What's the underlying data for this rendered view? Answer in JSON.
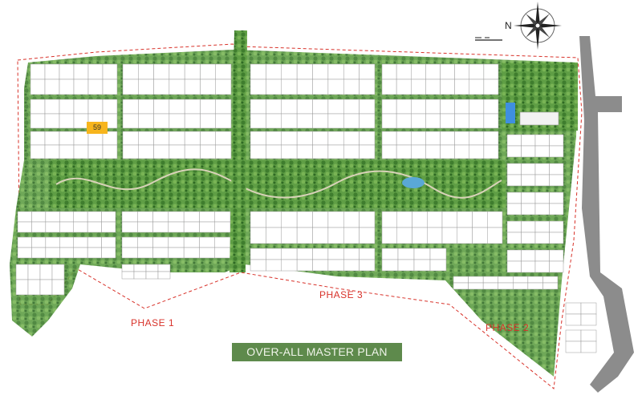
{
  "map": {
    "title": "OVER-ALL MASTER PLAN",
    "north_label": "N",
    "highlighted_plot": "59",
    "phases": [
      "PHASE 1",
      "PHASE 3",
      "PHASE 2"
    ],
    "colors": {
      "greenery": "#4f8f3a",
      "plot_fill": "#ffffff",
      "plot_line": "#9a9a9a",
      "boundary": "#d8322a",
      "road": "#8c8c8c",
      "highlight": "#f7b51d",
      "title_bg": "#5e8a4c"
    },
    "icons": [
      "compass-rose-icon",
      "scale-bar-icon"
    ]
  }
}
